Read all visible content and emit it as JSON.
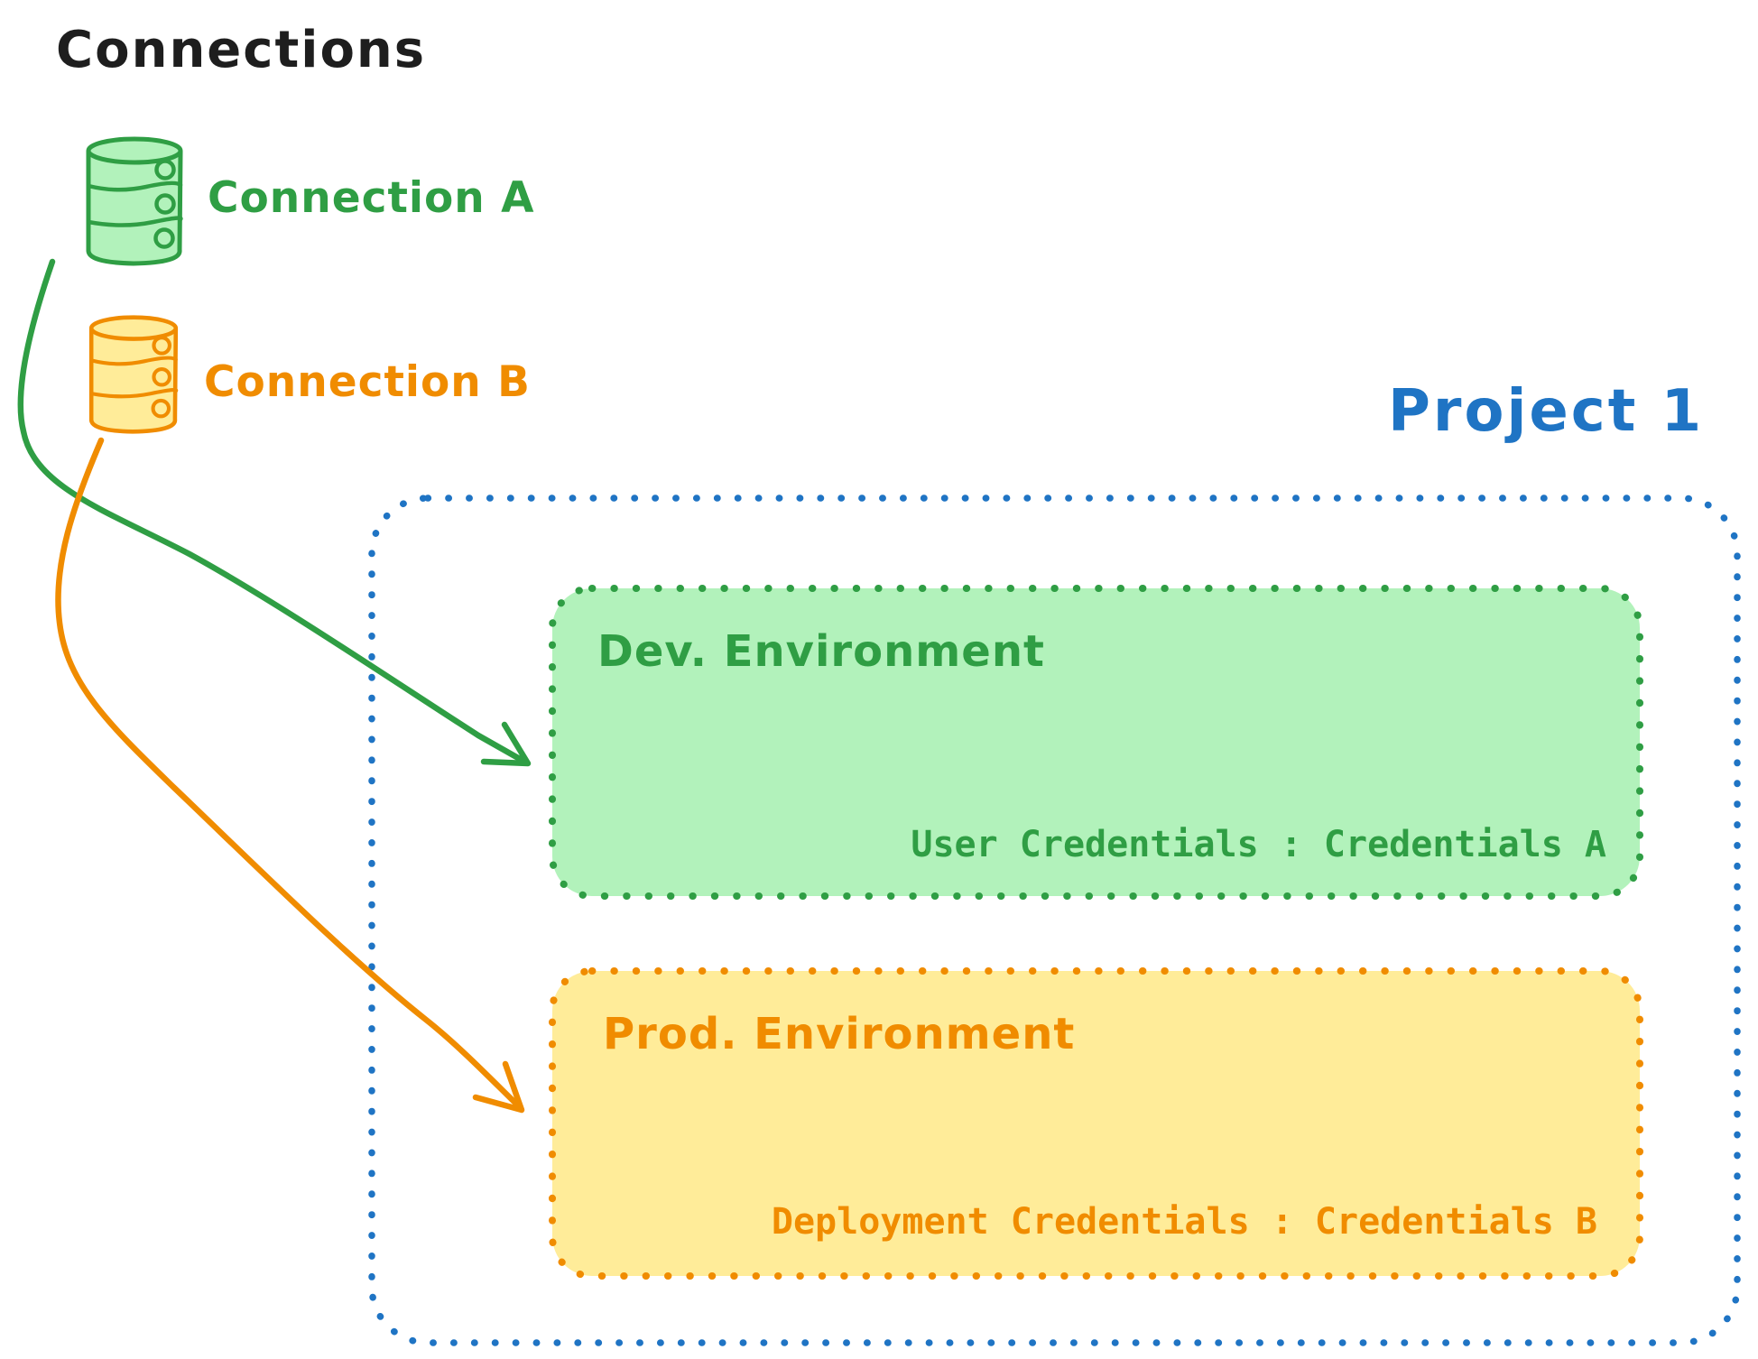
{
  "title": "Connections",
  "colors": {
    "green_stroke": "#2f9e44",
    "green_fill": "#b2f2bb",
    "orange_stroke": "#f08c00",
    "orange_fill": "#ffec99",
    "blue_accent": "#1f74c4",
    "title_black": "#1e1e1e"
  },
  "connections": [
    {
      "label": "Connection A",
      "icon": "database-icon",
      "color": "#2f9e44"
    },
    {
      "label": "Connection B",
      "icon": "database-icon",
      "color": "#f08c00"
    }
  ],
  "project": {
    "title": "Project 1",
    "environments": [
      {
        "name": "Dev. Environment",
        "credentials": "User Credentials : Credentials A"
      },
      {
        "name": "Prod. Environment",
        "credentials": "Deployment Credentials : Credentials B"
      }
    ]
  },
  "arrows": [
    {
      "name": "connection-a-to-dev-environment",
      "color": "#2f9e44"
    },
    {
      "name": "connection-b-to-prod-environment",
      "color": "#f08c00"
    }
  ]
}
